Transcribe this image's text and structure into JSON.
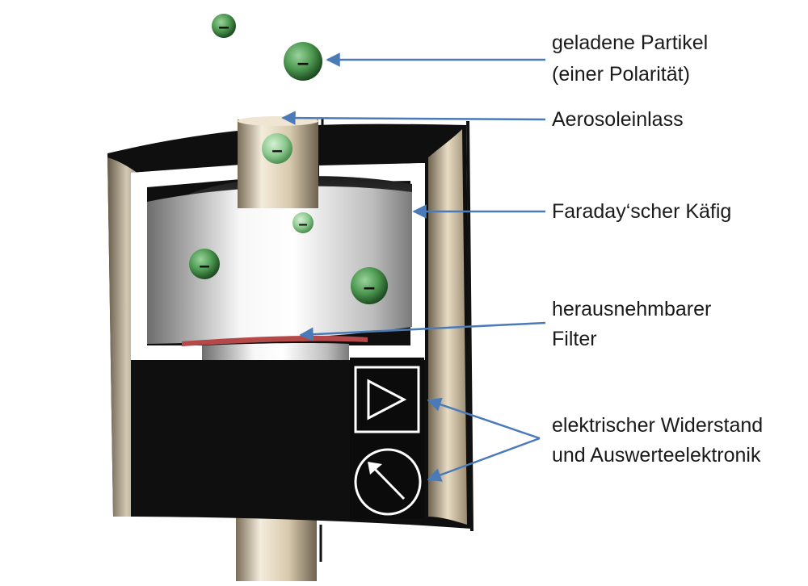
{
  "labels": {
    "particles_line1": "geladene Partikel",
    "particles_line2": "(einer Polarität)",
    "inlet": "Aerosoleinlass",
    "cage": "Faraday‘scher Käfig",
    "filter_line1": "herausnehmbarer",
    "filter_line2": "Filter",
    "electronics_line1": "elektrischer Widerstand",
    "electronics_line2": "und Auswerteelektronik"
  },
  "particle_sign": "–",
  "colors": {
    "arrow": "#4a7ab8",
    "particle": "#4e9a52",
    "housing": "#0f0f0f",
    "tube": "#d9cbb2",
    "filter": "#b54848"
  }
}
